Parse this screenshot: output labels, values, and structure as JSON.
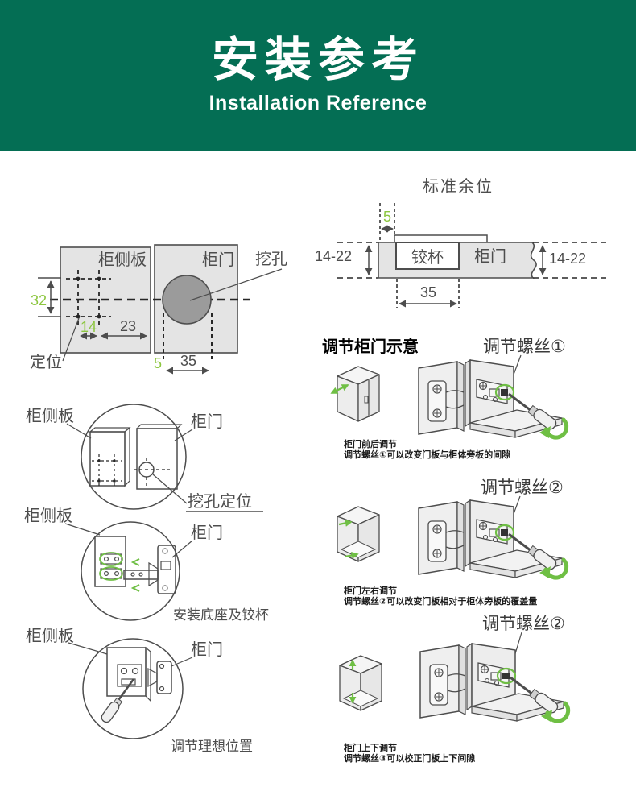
{
  "colors": {
    "header_green": "#046E54",
    "accent_green": "#8CC63F",
    "rotation_green": "#6FBF44",
    "panel_gray": "#E4E4E4",
    "hole_gray": "#9B9B9B",
    "line_gray": "#4D4D4D"
  },
  "header": {
    "title": "安装参考",
    "subtitle": "Installation Reference"
  },
  "drilling_layout": {
    "side_panel_label": "柜侧板",
    "door_label": "柜门",
    "hole_label": "挖孔",
    "locate_label": "定位",
    "dim_row_spacing": "32",
    "dim_hole_pair": "14",
    "dim_offset": "23",
    "dim_edge_gap": "5",
    "dim_hole_width": "35"
  },
  "standard_clearance": {
    "title": "标准余位",
    "cup_label": "铰杯",
    "door_label": "柜门",
    "dim_edge": "5",
    "dim_thickness_left": "14-22",
    "dim_thickness_right": "14-22",
    "dim_cup_width": "35"
  },
  "magnified_steps": [
    {
      "side_panel_label": "柜侧板",
      "door_label": "柜门",
      "caption": "挖孔定位"
    },
    {
      "side_panel_label": "柜侧板",
      "door_label": "柜门",
      "caption": "安装底座及铰杯"
    },
    {
      "side_panel_label": "柜侧板",
      "door_label": "柜门",
      "caption": "调节理想位置"
    }
  ],
  "adjustment": {
    "title": "调节柜门示意",
    "steps": [
      {
        "screw_label": "调节螺丝①",
        "caption_line1": "柜门前后调节",
        "caption_line2": "调节螺丝①可以改变门板与柜体旁板的间隙"
      },
      {
        "screw_label": "调节螺丝②",
        "caption_line1": "柜门左右调节",
        "caption_line2": "调节螺丝②可以改变门板相对于柜体旁板的覆盖量"
      },
      {
        "screw_label": "调节螺丝②",
        "caption_line1": "柜门上下调节",
        "caption_line2": "调节螺丝③可以校正门板上下间隙"
      }
    ]
  }
}
